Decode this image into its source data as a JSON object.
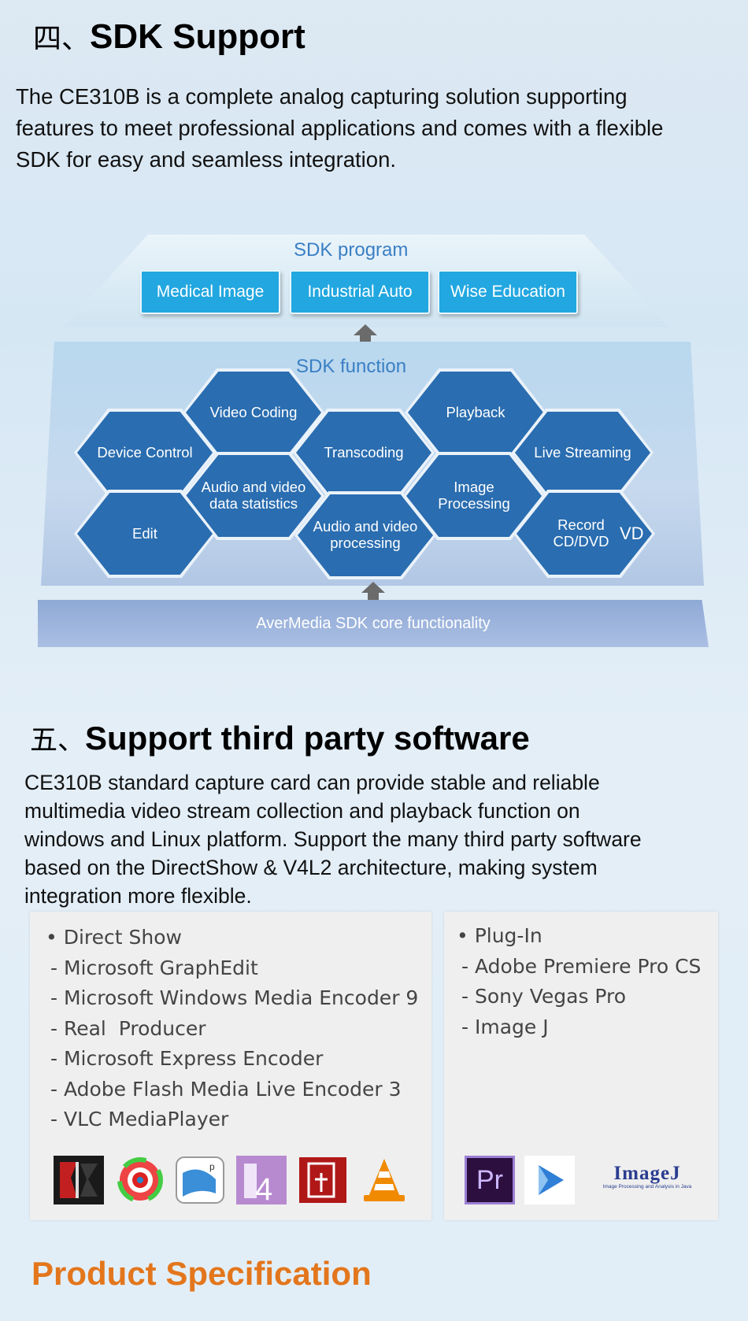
{
  "section4": {
    "number": "四、",
    "title": "SDK Support",
    "paragraph_lines": [
      "The CE310B is a complete analog capturing solution supporting",
      "features to meet professional applications and comes with a flexible",
      "SDK for easy and seamless integration."
    ]
  },
  "diagram": {
    "program_label": "SDK program",
    "program_items": [
      "Medical Image",
      "Industrial Auto",
      "Wise Education"
    ],
    "function_label": "SDK function",
    "functions": {
      "device_control": "Device Control",
      "video_coding": "Video Coding",
      "transcoding": "Transcoding",
      "playback": "Playback",
      "live_streaming": "Live Streaming",
      "av_stats_1": "Audio and video",
      "av_stats_2": "data statistics",
      "image_processing_1": "Image",
      "image_processing_2": "Processing",
      "edit": "Edit",
      "av_processing_1": "Audio and video",
      "av_processing_2": "processing",
      "record_1": "Record",
      "record_2": "CD/DVD",
      "record_suffix": "VD"
    },
    "core_label": "AverMedia SDK core functionality"
  },
  "section5": {
    "number": "五、",
    "title": "Support third party software",
    "paragraph_lines": [
      "CE310B standard capture card can provide stable and reliable",
      "multimedia video stream collection and playback function on",
      "windows and Linux platform. Support the many third party software",
      "based on the DirectShow & V4L2 architecture, making system",
      "integration more flexible."
    ]
  },
  "left_panel": {
    "heading": "• Direct Show",
    "items": [
      "- Microsoft GraphEdit",
      "- Microsoft Windows Media Encoder 9",
      "- Real  Producer",
      "- Microsoft Express Encoder",
      "- Adobe Flash Media Live Encoder 3",
      "- VLC MediaPlayer"
    ]
  },
  "right_panel": {
    "heading": "• Plug-In",
    "items": [
      "- Adobe Premiere Pro CS",
      "- Sony Vegas Pro",
      "- Image J"
    ],
    "logo_texts": {
      "premiere": "Pr",
      "imagej": "ImageJ",
      "imagej_sub": "Image Processing and Analysis in Java"
    }
  },
  "footer": {
    "title": "Product Specification"
  },
  "colors": {
    "accent_blue": "#22a7e0",
    "hex_blue": "#2a6db0",
    "label_blue": "#3a7fc4",
    "orange": "#e3761c"
  }
}
